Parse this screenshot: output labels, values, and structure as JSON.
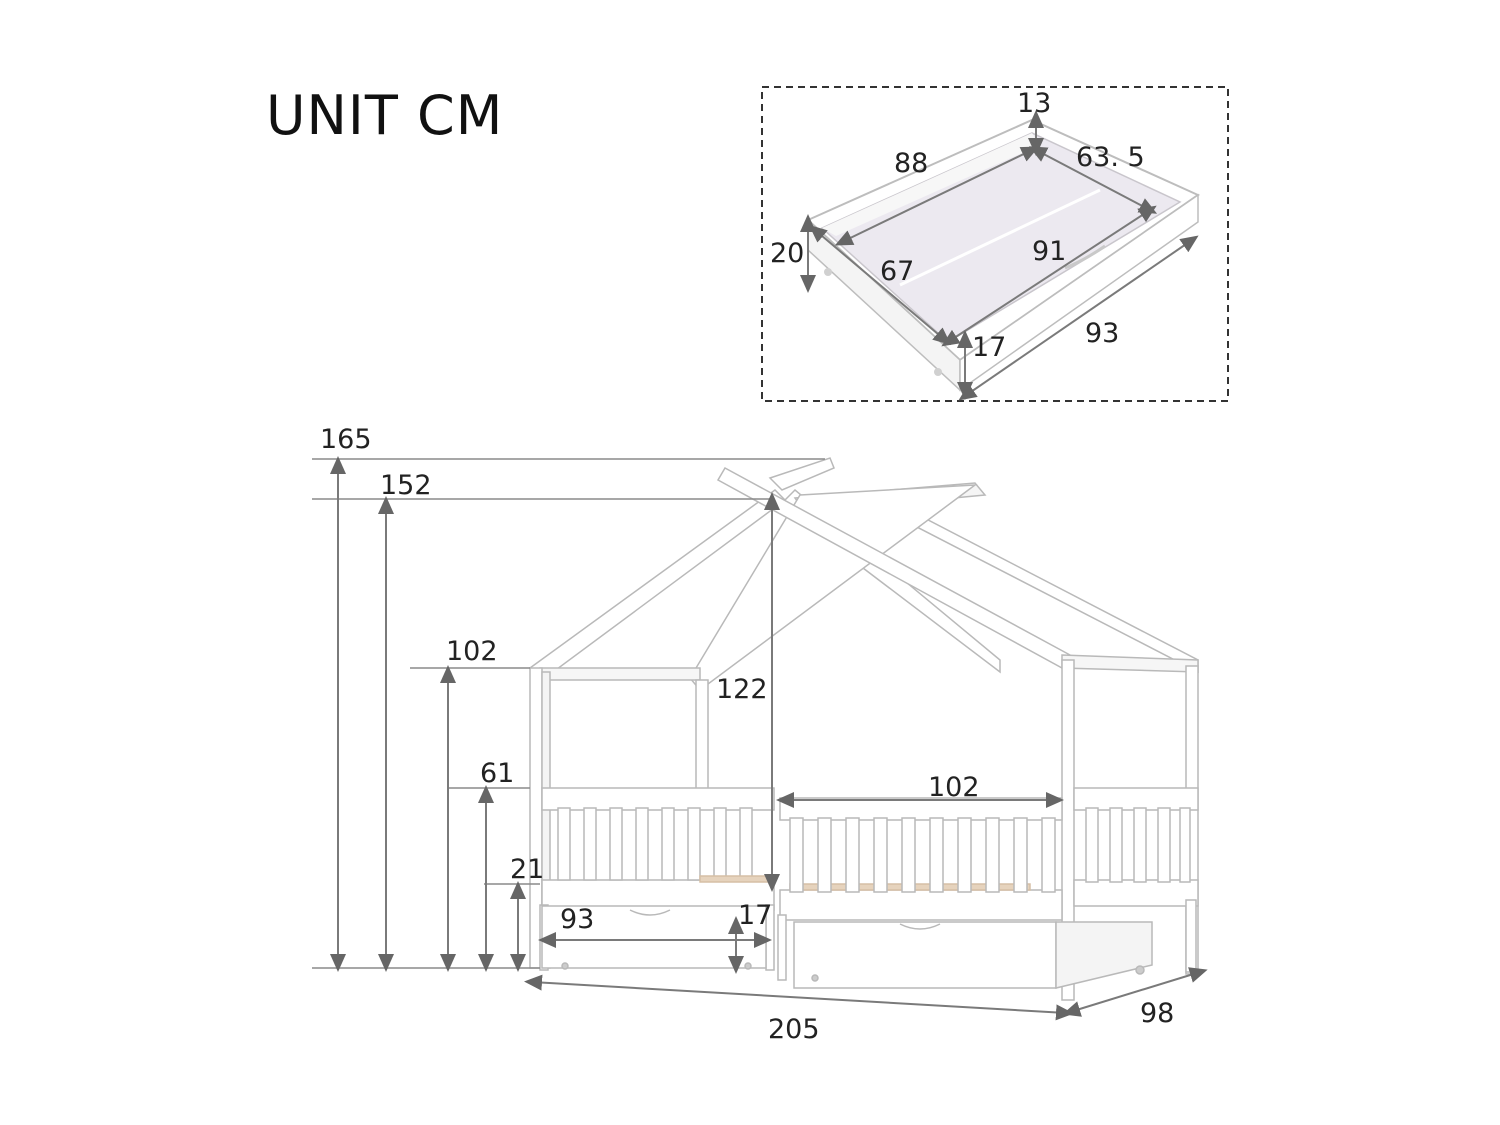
{
  "unit_label": "UNIT CM",
  "drawer_detail": {
    "height_top": "13",
    "length_inner": "88",
    "width_right": "63. 5",
    "height_left": "20",
    "inner_width": "67",
    "inner_length": "91",
    "front_height": "17",
    "outer_length": "93"
  },
  "bed": {
    "total_height": "165",
    "roof_height": "152",
    "side_post_height": "102",
    "ridge_above_rail": "122",
    "rail_height": "61",
    "deck_height": "21",
    "front_drawer_width": "93",
    "front_drawer_height": "17",
    "rail_opening": "102",
    "length": "205",
    "width": "98"
  },
  "colors": {
    "frame": "#ffffff",
    "frame_edge": "#b9b9b9",
    "dim_line": "#7a7a7a",
    "drawer_interior": "#ece9f0",
    "slat": "#e6d3bd",
    "text": "#222222"
  }
}
